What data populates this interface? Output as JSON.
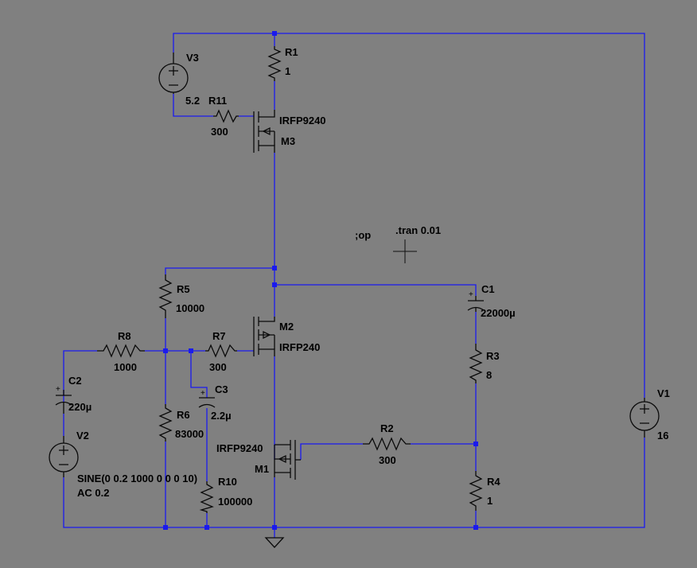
{
  "colors": {
    "background": "#808080",
    "wire": "#1a1aee",
    "component": "#0a0a0a",
    "text": "#000000"
  },
  "directives": {
    "op": ";op",
    "tran": ".tran 0.01"
  },
  "components": {
    "V1": {
      "name": "V1",
      "value": "16"
    },
    "V2": {
      "name": "V2",
      "value": "SINE(0 0.2 1000 0 0 0 10)",
      "ac": "AC 0.2"
    },
    "V3": {
      "name": "V3",
      "value": "5.2"
    },
    "R1": {
      "name": "R1",
      "value": "1"
    },
    "R2": {
      "name": "R2",
      "value": "300"
    },
    "R3": {
      "name": "R3",
      "value": "8"
    },
    "R4": {
      "name": "R4",
      "value": "1"
    },
    "R5": {
      "name": "R5",
      "value": "10000"
    },
    "R6": {
      "name": "R6",
      "value": "83000"
    },
    "R7": {
      "name": "R7",
      "value": "300"
    },
    "R8": {
      "name": "R8",
      "value": "1000"
    },
    "R10": {
      "name": "R10",
      "value": "100000"
    },
    "R11": {
      "name": "R11",
      "value": "300"
    },
    "C1": {
      "name": "C1",
      "value": "22000µ"
    },
    "C2": {
      "name": "C2",
      "value": "220µ"
    },
    "C3": {
      "name": "C3",
      "value": "2.2µ"
    },
    "M1": {
      "name": "M1",
      "model": "IRFP9240"
    },
    "M2": {
      "name": "M2",
      "model": "IRFP240"
    },
    "M3": {
      "name": "M3",
      "model": "IRFP9240"
    }
  }
}
